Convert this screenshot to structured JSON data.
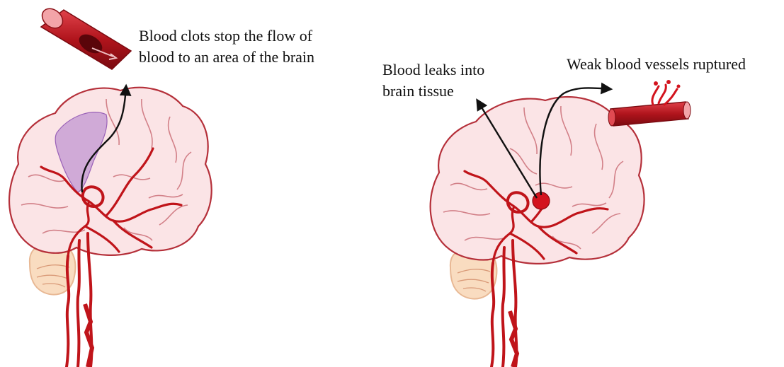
{
  "ischemic": {
    "caption_line1": "Blood clots stop the flow of",
    "caption_line2": "blood to an area of the brain"
  },
  "hemorrhagic": {
    "leak_line1": "Blood leaks into",
    "leak_line2": "brain tissue",
    "rupture_label": "Weak blood vessels ruptured"
  },
  "colors": {
    "vessel": "#c0141a",
    "brain_outline": "#b5303a",
    "brain_fill": "#fbe4e6",
    "cerebellum_fill": "#f9dcc0",
    "affected_region": "#b98ad0",
    "arrow": "#111111"
  },
  "icons": {
    "clotted_vessel": "clotted-vessel-icon",
    "ruptured_vessel": "ruptured-vessel-icon",
    "bleed_spot": "bleed-spot-icon"
  }
}
